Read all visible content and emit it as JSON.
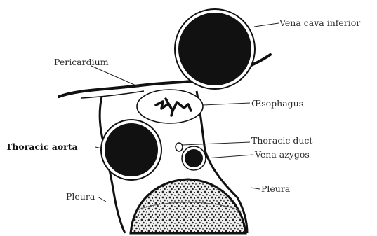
{
  "diagram": {
    "labels": {
      "vena_cava_inferior": "Vena cava inferior",
      "pericardium": "Pericardium",
      "oesophagus": "Œsophagus",
      "thoracic_aorta": "Thoracic aorta",
      "thoracic_duct": "Thoracic duct",
      "vena_azygos": "Vena azygos",
      "pleura_left": "Pleura",
      "pleura_right": "Pleura"
    }
  }
}
